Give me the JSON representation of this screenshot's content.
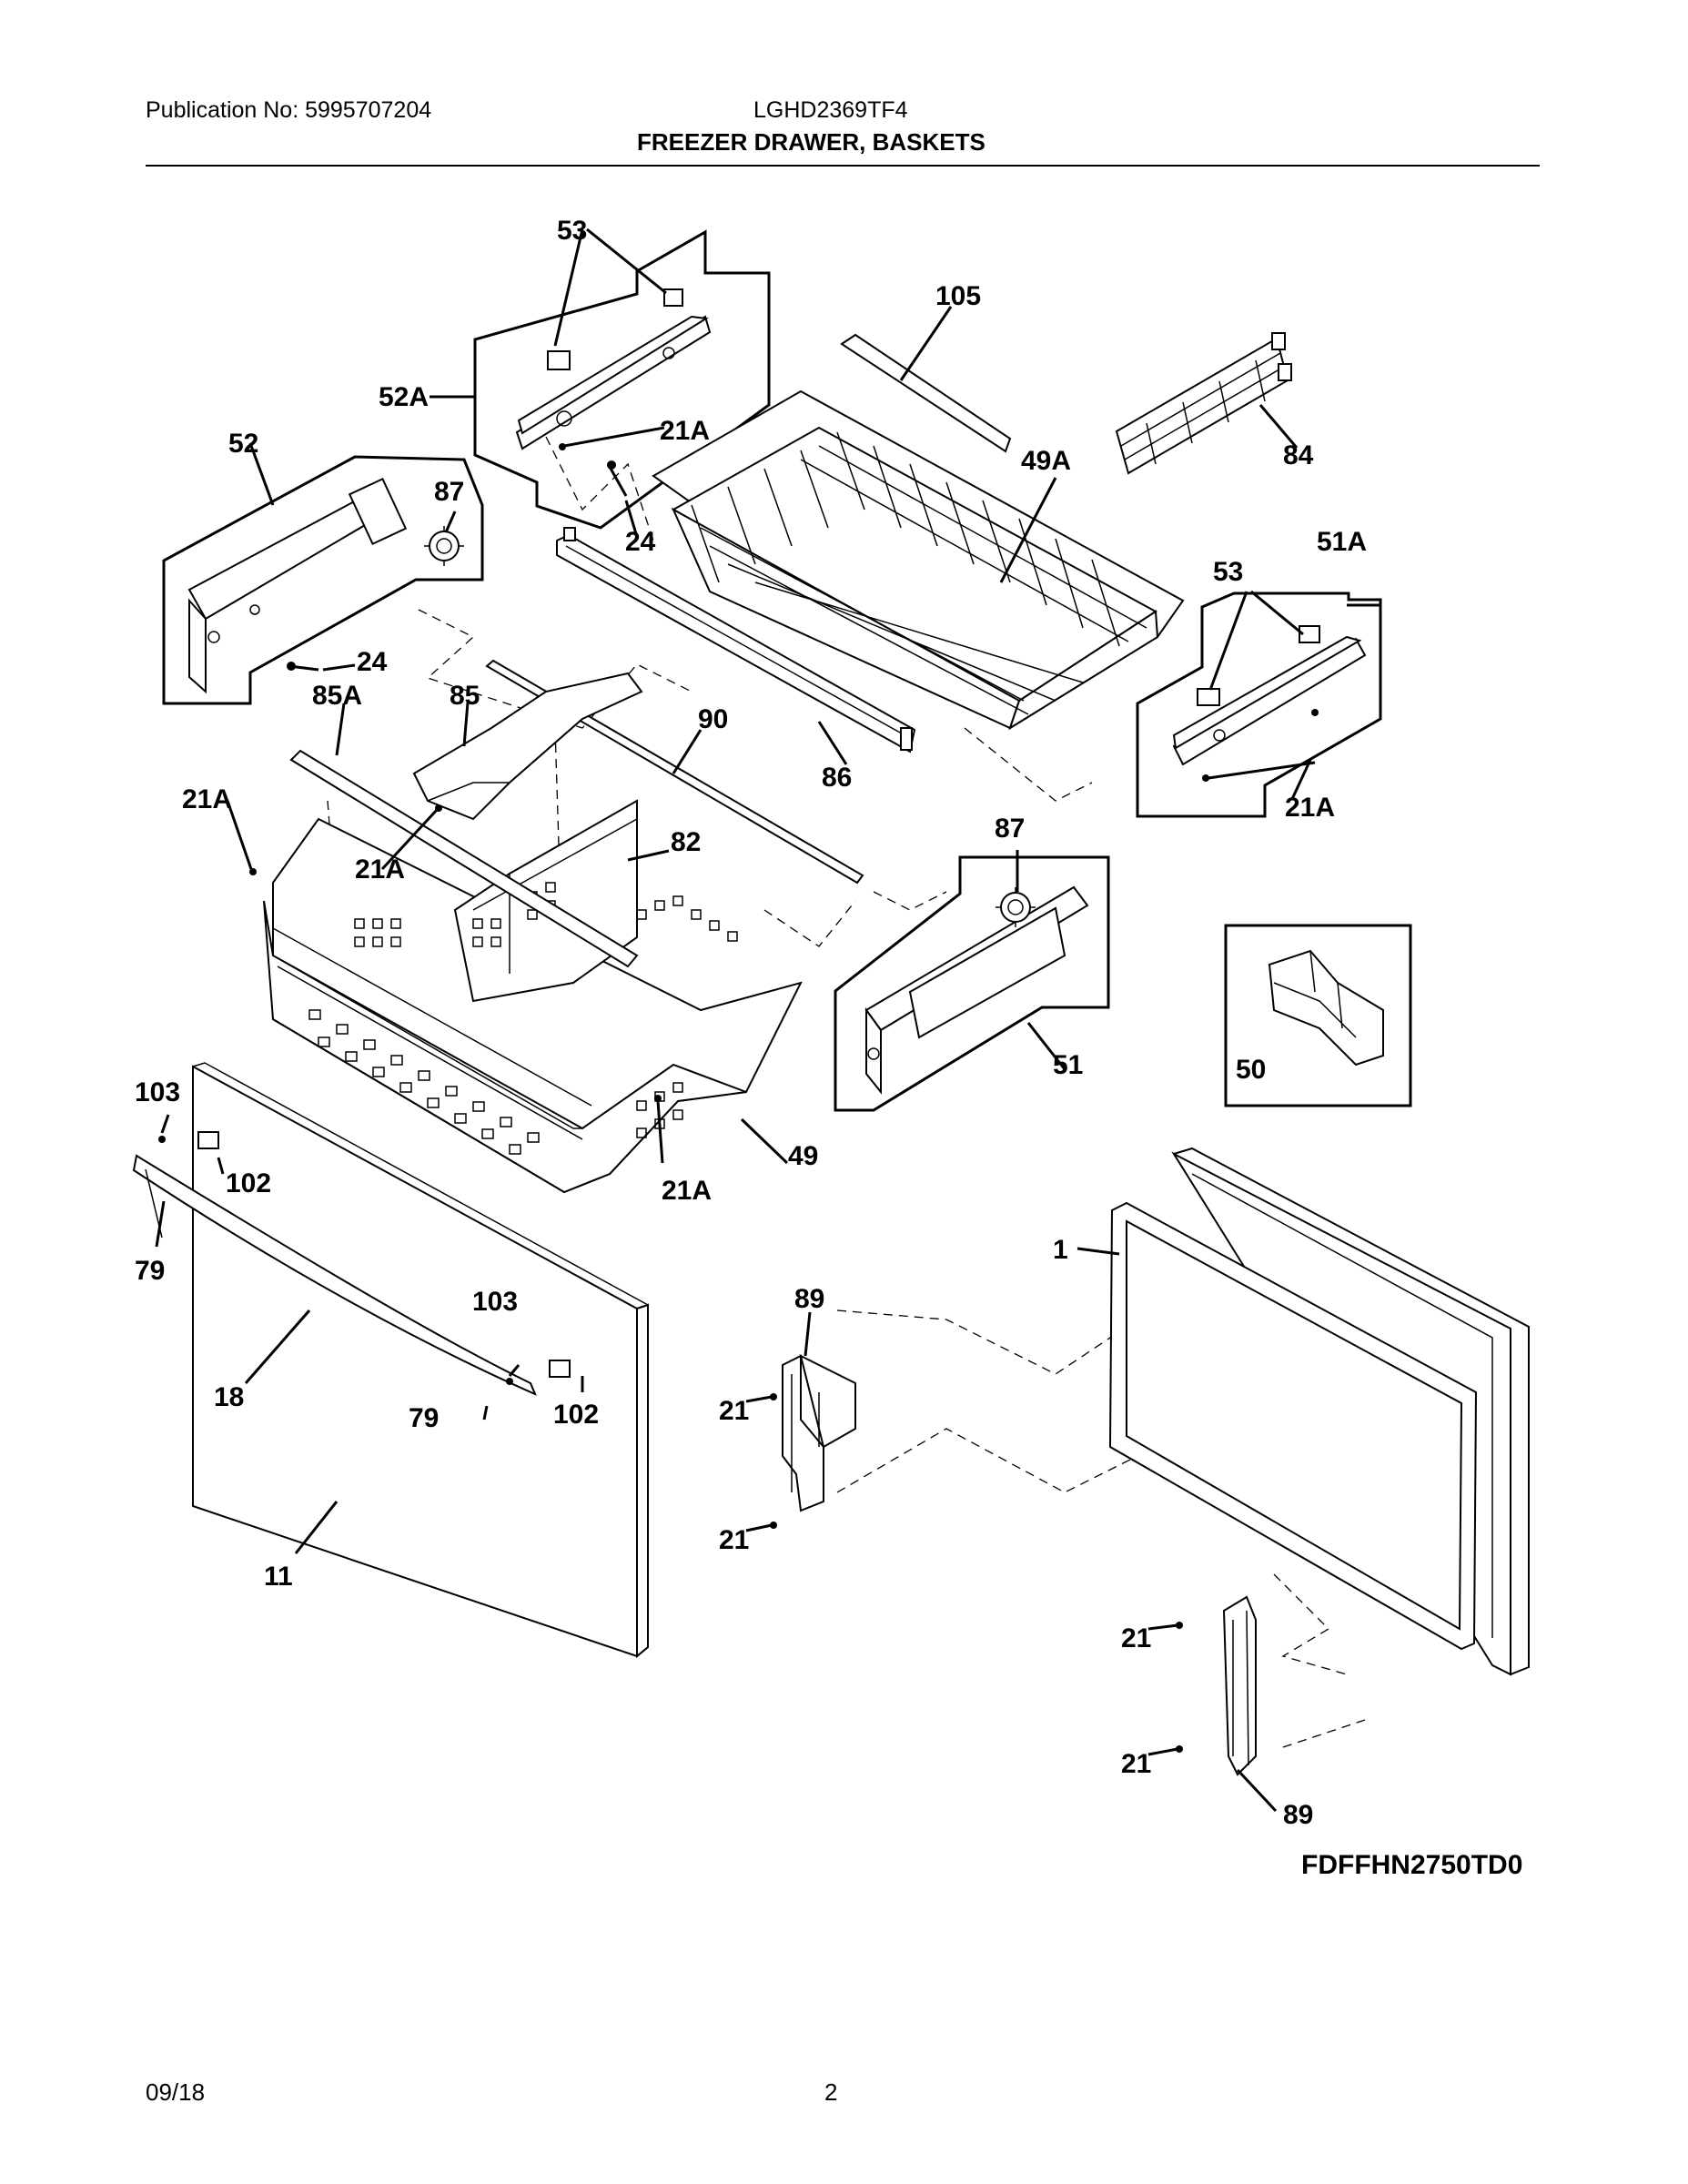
{
  "header": {
    "publication": "Publication No: 5995707204",
    "model": "LGHD2369TF4",
    "title": "FREEZER DRAWER, BASKETS"
  },
  "diagram": {
    "code": "FDFFHN2750TD0",
    "callouts": {
      "c53_top": "53",
      "c52A": "52A",
      "c21A_a": "21A",
      "c105": "105",
      "c52": "52",
      "c87_a": "87",
      "c49A": "49A",
      "c84": "84",
      "c24_a": "24",
      "c24_b": "24",
      "c51A": "51A",
      "c53_b": "53",
      "c85A": "85A",
      "c85": "85",
      "c90": "90",
      "c21A_b": "21A",
      "c86": "86",
      "c21A_c": "21A",
      "c82": "82",
      "c87_b": "87",
      "c21A_d": "21A",
      "c50": "50",
      "c51": "51",
      "c103_a": "103",
      "c102_a": "102",
      "c49": "49",
      "c21A_e": "21A",
      "c79_a": "79",
      "c1": "1",
      "c89_a": "89",
      "c103_b": "103",
      "c18": "18",
      "c102_b": "102",
      "c79_b": "79",
      "c21_a": "21",
      "c21_b": "21",
      "c11": "11",
      "c21_c": "21",
      "c21_d": "21",
      "c89_b": "89"
    }
  },
  "footer": {
    "date": "09/18",
    "page": "2"
  }
}
